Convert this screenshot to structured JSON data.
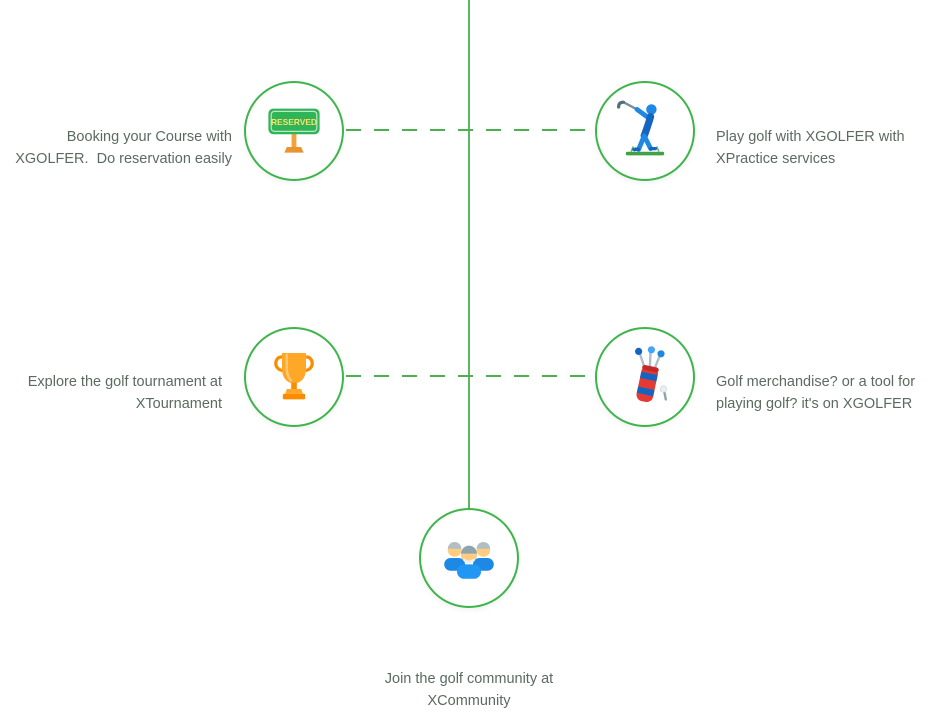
{
  "diagram": {
    "accent_color": "#3eb54a",
    "line_color": "#5cb860",
    "text_color": "#5b6b60"
  },
  "nodes": {
    "booking": {
      "icon": "reserved-sign-icon",
      "sign_text": "RESERVED",
      "line1": "Booking your Course with",
      "line2": "XGOLFER.  Do reservation easily"
    },
    "practice": {
      "icon": "golfer-swing-icon",
      "line1": "Play golf with XGOLFER with",
      "line2": "XPractice services"
    },
    "tournament": {
      "icon": "trophy-icon",
      "line1": "Explore the golf tournament at",
      "line2": "XTournament"
    },
    "merchandise": {
      "icon": "golf-bag-icon",
      "line1": "Golf merchandise? or a tool for",
      "line2": "playing golf? it's on XGOLFER"
    },
    "community": {
      "icon": "golfers-group-icon",
      "line1": "Join the golf community at",
      "line2": "XCommunity"
    }
  }
}
